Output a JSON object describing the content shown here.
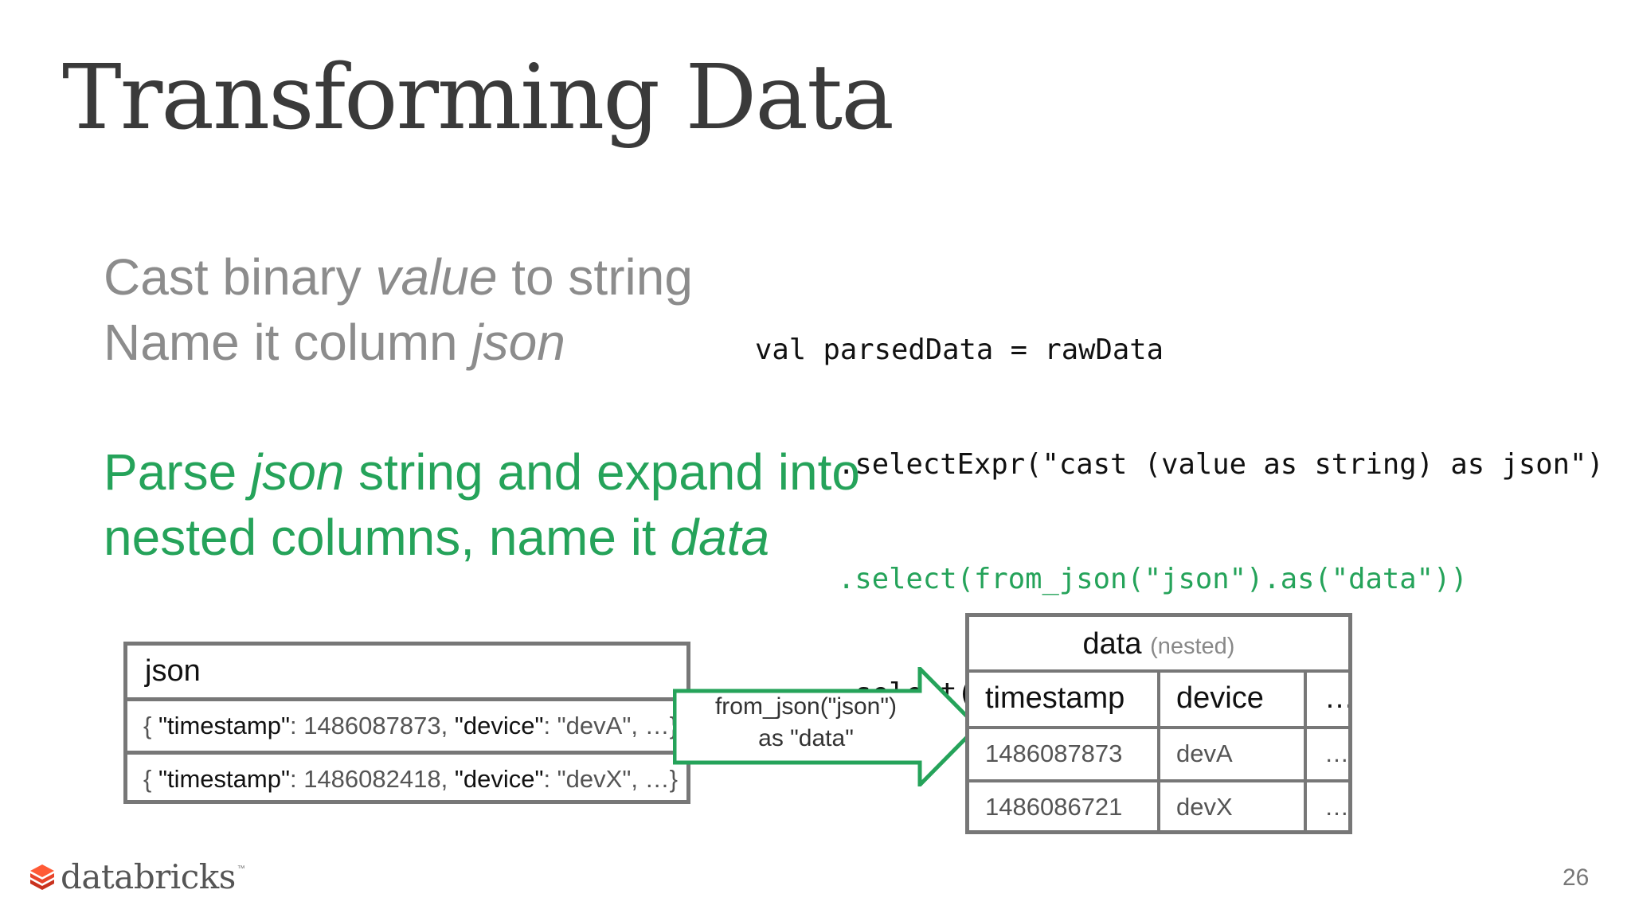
{
  "slide": {
    "title": "Transforming Data",
    "bullets": {
      "cast": {
        "line1_a": "Cast binary ",
        "line1_em": "value",
        "line1_b": " to string",
        "line2_a": "Name it column ",
        "line2_em": "json"
      },
      "parse": {
        "line1_a": "Parse ",
        "line1_em": "json",
        "line1_b": " string and expand into",
        "line2_a": "nested columns, name it ",
        "line2_em": "data"
      }
    },
    "code": {
      "line1": "val parsedData = rawData",
      "line2": ".selectExpr(\"cast (value as string) as json\")",
      "line3": ".select(from_json(\"json\").as(\"data\"))",
      "line4": ".select(\"data.*\")"
    },
    "json_table": {
      "header": "json",
      "rows": [
        {
          "open": "{ ",
          "k1": "\"timestamp\"",
          "v1": ": 1486087873, ",
          "k2": "\"device\"",
          "v2": ": \"devA\", …}"
        },
        {
          "open": "{ ",
          "k1": "\"timestamp\"",
          "v1": ": 1486082418, ",
          "k2": "\"device\"",
          "v2": ": \"devX\", …}"
        }
      ]
    },
    "arrow": {
      "line1": "from_json(\"json\")",
      "line2": "as \"data\""
    },
    "data_table": {
      "title": "data",
      "title_note": "(nested)",
      "columns": [
        "timestamp",
        "device",
        "…"
      ],
      "rows": [
        [
          "1486087873",
          "devA",
          "…"
        ],
        [
          "1486086721",
          "devX",
          "…"
        ]
      ]
    },
    "logo_text": "databricks",
    "logo_mark": "™",
    "page_number": "26",
    "colors": {
      "accent_green": "#25a35a",
      "text_gray": "#8c8c8c",
      "logo_red": "#e8442a",
      "border_gray": "#777777"
    }
  }
}
